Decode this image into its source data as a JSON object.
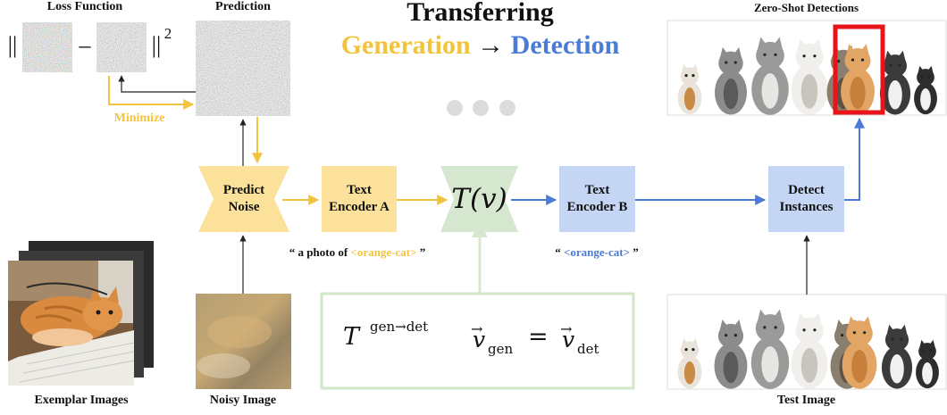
{
  "title": {
    "line1": "Transferring",
    "from": "Generation",
    "arrow": "→",
    "to": "Detection"
  },
  "labels": {
    "loss_function": "Loss Function",
    "prediction": "Prediction",
    "zero_shot": "Zero-Shot Detections",
    "exemplar_images": "Exemplar Images",
    "noisy_image": "Noisy Image",
    "test_image": "Test Image",
    "minimize": "Minimize"
  },
  "loss": {
    "left_bar": "||",
    "minus": "–",
    "right_bar": "||",
    "exponent": "2"
  },
  "boxes": {
    "predict_noise": [
      "Predict",
      "Noise"
    ],
    "text_encoder_a": [
      "Text",
      "Encoder A"
    ],
    "transform": "T(v)",
    "text_encoder_b": [
      "Text",
      "Encoder B"
    ],
    "detect_instances": [
      "Detect",
      "Instances"
    ]
  },
  "prompts": {
    "gen_open": "“ a photo of ",
    "gen_token": "<orange-cat>",
    "gen_close": " ”",
    "det_open": "“ ",
    "det_token": "<orange-cat>",
    "det_close": " ”"
  },
  "equation": {
    "T": "T",
    "sup": "gen→det",
    "v": "v",
    "sub_gen": "gen",
    "equals": "=",
    "sub_det": "det"
  },
  "colors": {
    "yellow": "#f2c43d",
    "blue": "#4a7bd6",
    "yellow_box": "#fbe19a",
    "blue_box": "#c5d6f4",
    "green_box": "#d5e8cf",
    "green_border": "#cfe3c6",
    "red": "#e8141a"
  }
}
